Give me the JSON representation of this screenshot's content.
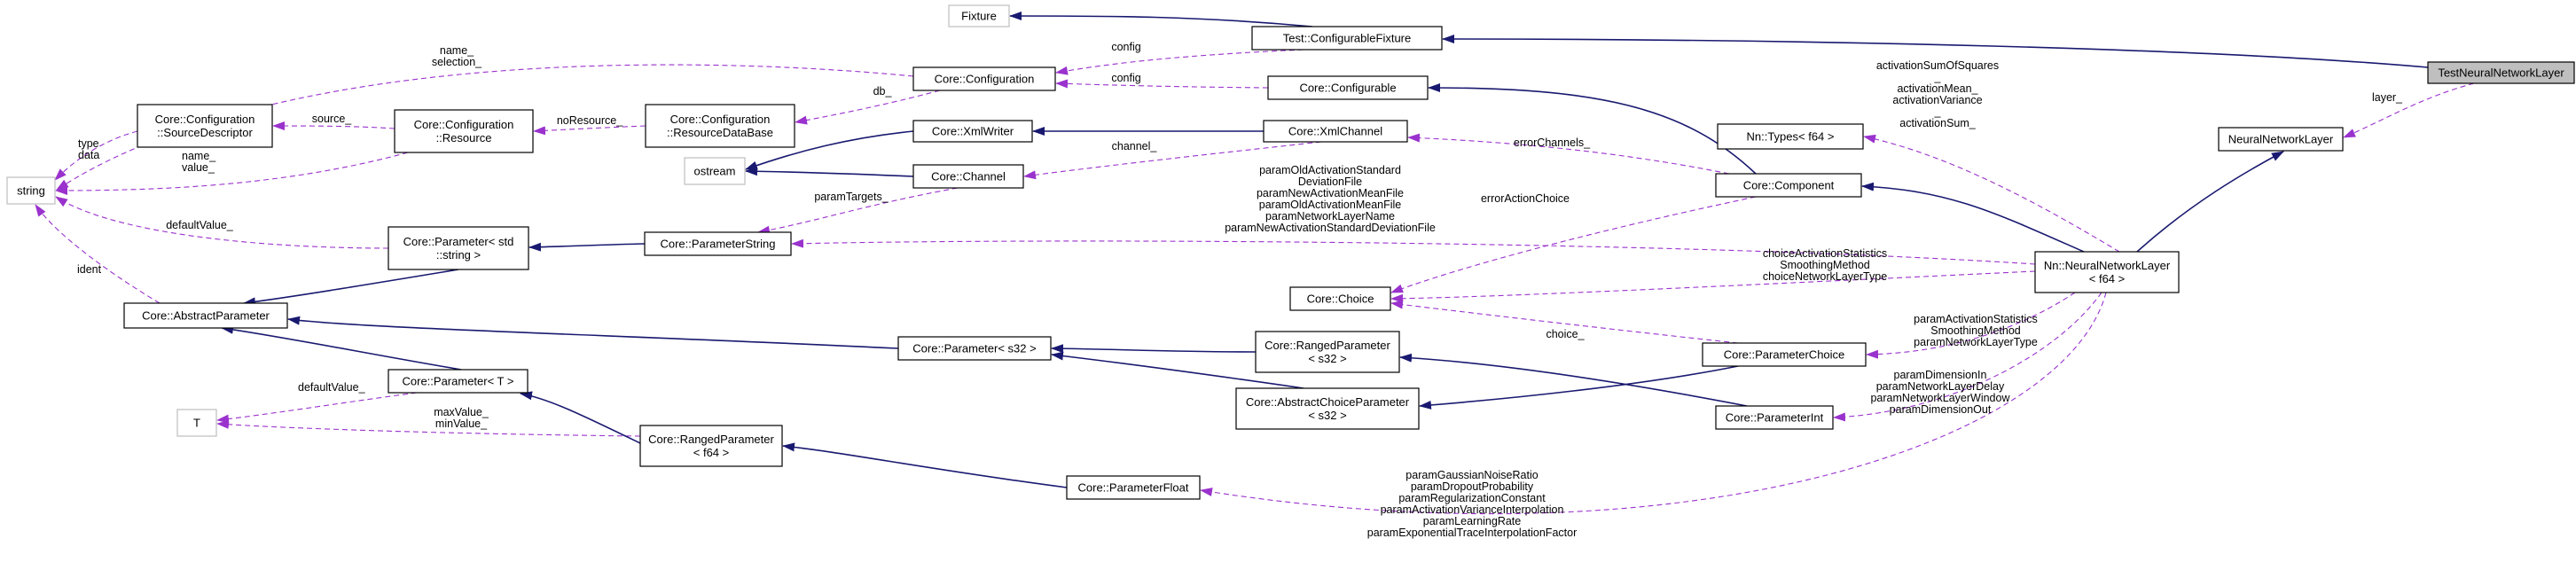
{
  "colors": {
    "inheritance": "#191970",
    "usage": "#9a32cd",
    "external_border": "#bfbfbf",
    "node_border": "#000000",
    "highlight_fill": "#bfbfbf"
  },
  "nodes": [
    {
      "id": "fixture",
      "lines": [
        "Fixture"
      ],
      "style": "external"
    },
    {
      "id": "test-configurablefixture",
      "lines": [
        "Test::ConfigurableFixture"
      ],
      "style": "normal"
    },
    {
      "id": "testneuralnetworklayer",
      "lines": [
        "TestNeuralNetworkLayer"
      ],
      "style": "highlight"
    },
    {
      "id": "core-configuration",
      "lines": [
        "Core::Configuration"
      ],
      "style": "normal"
    },
    {
      "id": "core-configurable",
      "lines": [
        "Core::Configurable"
      ],
      "style": "normal"
    },
    {
      "id": "core-configuration-sourcedescriptor",
      "lines": [
        "Core::Configuration",
        "::SourceDescriptor"
      ],
      "style": "normal"
    },
    {
      "id": "core-configuration-resource",
      "lines": [
        "Core::Configuration",
        "::Resource"
      ],
      "style": "normal"
    },
    {
      "id": "core-configuration-resourcedatabase",
      "lines": [
        "Core::Configuration",
        "::ResourceDataBase"
      ],
      "style": "normal"
    },
    {
      "id": "string",
      "lines": [
        "string"
      ],
      "style": "external"
    },
    {
      "id": "core-xmlwriter",
      "lines": [
        "Core::XmlWriter"
      ],
      "style": "normal"
    },
    {
      "id": "core-xmlchannel",
      "lines": [
        "Core::XmlChannel"
      ],
      "style": "normal"
    },
    {
      "id": "ostream",
      "lines": [
        "ostream"
      ],
      "style": "external"
    },
    {
      "id": "core-channel",
      "lines": [
        "Core::Channel"
      ],
      "style": "normal"
    },
    {
      "id": "nn-types",
      "lines": [
        "Nn::Types< f64 >"
      ],
      "style": "normal"
    },
    {
      "id": "neuralnetworklayer",
      "lines": [
        "NeuralNetworkLayer"
      ],
      "style": "normal"
    },
    {
      "id": "core-component",
      "lines": [
        "Core::Component"
      ],
      "style": "normal"
    },
    {
      "id": "core-parameter-std-string",
      "lines": [
        "Core::Parameter< std",
        "::string >"
      ],
      "style": "normal"
    },
    {
      "id": "core-parameterstring",
      "lines": [
        "Core::ParameterString"
      ],
      "style": "normal"
    },
    {
      "id": "nn-neuralnetworklayer",
      "lines": [
        "Nn::NeuralNetworkLayer",
        "< f64 >"
      ],
      "style": "normal"
    },
    {
      "id": "core-choice",
      "lines": [
        "Core::Choice"
      ],
      "style": "normal"
    },
    {
      "id": "core-abstractparameter",
      "lines": [
        "Core::AbstractParameter"
      ],
      "style": "normal"
    },
    {
      "id": "core-parameter-s32",
      "lines": [
        "Core::Parameter< s32 >"
      ],
      "style": "normal"
    },
    {
      "id": "core-rangedparameter-s32",
      "lines": [
        "Core::RangedParameter",
        "< s32 >"
      ],
      "style": "normal"
    },
    {
      "id": "core-parameterchoice",
      "lines": [
        "Core::ParameterChoice"
      ],
      "style": "normal"
    },
    {
      "id": "core-parameter-t",
      "lines": [
        "Core::Parameter< T >"
      ],
      "style": "normal"
    },
    {
      "id": "core-abstractchoiceparameter",
      "lines": [
        "Core::AbstractChoiceParameter",
        "< s32 >"
      ],
      "style": "normal"
    },
    {
      "id": "core-parameterint",
      "lines": [
        "Core::ParameterInt"
      ],
      "style": "normal"
    },
    {
      "id": "t",
      "lines": [
        "T"
      ],
      "style": "external"
    },
    {
      "id": "core-rangedparameter-f64",
      "lines": [
        "Core::RangedParameter",
        "< f64 >"
      ],
      "style": "normal"
    },
    {
      "id": "core-parameterfloat",
      "lines": [
        "Core::ParameterFloat"
      ],
      "style": "normal"
    }
  ],
  "edges": [
    {
      "id": "e-fixture",
      "kind": "inheritance",
      "label": []
    },
    {
      "id": "e-cfgfixture",
      "kind": "inheritance",
      "label": []
    },
    {
      "id": "e-config",
      "kind": "usage",
      "label": [
        "config"
      ]
    },
    {
      "id": "e-configurable-config",
      "kind": "usage",
      "label": [
        "config"
      ]
    },
    {
      "id": "e-name-selection",
      "kind": "usage",
      "label": [
        "name_",
        "selection_"
      ]
    },
    {
      "id": "e-db",
      "kind": "usage",
      "label": [
        "db_"
      ]
    },
    {
      "id": "e-noresource",
      "kind": "usage",
      "label": [
        "noResource_"
      ]
    },
    {
      "id": "e-source",
      "kind": "usage",
      "label": [
        "source_"
      ]
    },
    {
      "id": "e-type-data",
      "kind": "usage",
      "label": [
        "type",
        "data"
      ]
    },
    {
      "id": "e-name-value",
      "kind": "usage",
      "label": [
        "name_",
        "value_"
      ]
    },
    {
      "id": "e-configurable-inh",
      "kind": "inheritance",
      "label": []
    },
    {
      "id": "e-xmlwriter",
      "kind": "inheritance",
      "label": []
    },
    {
      "id": "e-ostream-xml",
      "kind": "inheritance",
      "label": []
    },
    {
      "id": "e-ostream-channel",
      "kind": "inheritance",
      "label": []
    },
    {
      "id": "e-channel",
      "kind": "usage",
      "label": [
        "channel_"
      ]
    },
    {
      "id": "e-errorchannels",
      "kind": "usage",
      "label": [
        "errorChannels_"
      ]
    },
    {
      "id": "e-types",
      "kind": "usage",
      "label": [
        "activationSumOfSquares",
        "_",
        "activationMean_",
        "activationVariance",
        "_",
        "activationSum_"
      ]
    },
    {
      "id": "e-layer",
      "kind": "usage",
      "label": [
        "layer_"
      ]
    },
    {
      "id": "e-nnlayer-inh",
      "kind": "inheritance",
      "label": []
    },
    {
      "id": "e-component-inh",
      "kind": "inheritance",
      "label": []
    },
    {
      "id": "e-paramtargets",
      "kind": "usage",
      "label": [
        "paramTargets_"
      ]
    },
    {
      "id": "e-defaultvalue-str",
      "kind": "usage",
      "label": [
        "defaultValue_"
      ]
    },
    {
      "id": "e-paramstring-inh",
      "kind": "inheritance",
      "label": []
    },
    {
      "id": "e-paramnames",
      "kind": "usage",
      "label": [
        "paramOldActivationStandard",
        "DeviationFile",
        "paramNewActivationMeanFile",
        "paramOldActivationMeanFile",
        "paramNetworkLayerName",
        "paramNewActivationStandardDeviationFile"
      ]
    },
    {
      "id": "e-erroractionchoice",
      "kind": "usage",
      "label": [
        "errorActionChoice"
      ]
    },
    {
      "id": "e-choices",
      "kind": "usage",
      "label": [
        "choiceActivationStatistics",
        "SmoothingMethod",
        "choiceNetworkLayerType"
      ]
    },
    {
      "id": "e-ident",
      "kind": "usage",
      "label": [
        "ident"
      ]
    },
    {
      "id": "e-parameter-str-inh",
      "kind": "inheritance",
      "label": []
    },
    {
      "id": "e-parameter-s32-inh",
      "kind": "inheritance",
      "label": []
    },
    {
      "id": "e-choice",
      "kind": "usage",
      "label": [
        "choice_"
      ]
    },
    {
      "id": "e-paramchoices",
      "kind": "usage",
      "label": [
        "paramActivationStatistics",
        "SmoothingMethod",
        "paramNetworkLayerType"
      ]
    },
    {
      "id": "e-ranged-s32-inh",
      "kind": "inheritance",
      "label": []
    },
    {
      "id": "e-abschoice-inh",
      "kind": "inheritance",
      "label": []
    },
    {
      "id": "e-paramchoice-inh",
      "kind": "inheritance",
      "label": []
    },
    {
      "id": "e-paramint-inh",
      "kind": "inheritance",
      "label": []
    },
    {
      "id": "e-paramints",
      "kind": "usage",
      "label": [
        "paramDimensionIn",
        "paramNetworkLayerDelay",
        "paramNetworkLayerWindow",
        "paramDimensionOut"
      ]
    },
    {
      "id": "e-parameter-t-inh",
      "kind": "inheritance",
      "label": []
    },
    {
      "id": "e-defaultvalue-t",
      "kind": "usage",
      "label": [
        "defaultValue_"
      ]
    },
    {
      "id": "e-max-min",
      "kind": "usage",
      "label": [
        "maxValue_",
        "minValue_"
      ]
    },
    {
      "id": "e-ranged-f64-inh",
      "kind": "inheritance",
      "label": []
    },
    {
      "id": "e-paramfloat-inh",
      "kind": "inheritance",
      "label": []
    },
    {
      "id": "e-paramfloats",
      "kind": "usage",
      "label": [
        "paramGaussianNoiseRatio",
        "paramDropoutProbability",
        "paramRegularizationConstant",
        "paramActivationVarianceInterpolation",
        "paramLearningRate",
        "paramExponentialTraceInterpolationFactor"
      ]
    }
  ]
}
